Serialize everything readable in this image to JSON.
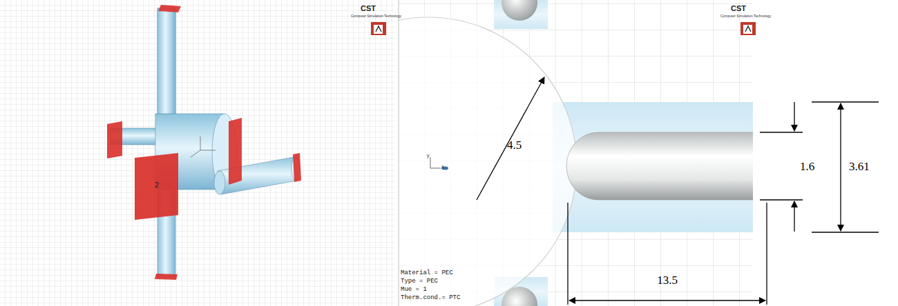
{
  "diagram": {
    "labels": [
      "CST",
      "Computer Simulation Technology",
      "2",
      "CST",
      "Computer Simulation Technology",
      "4.5",
      "1.6",
      "3.61",
      "13.5",
      "Material = PEC",
      "Type = PEC",
      "Mue = 1",
      "Therm.cond.= PTC",
      "y",
      "x"
    ]
  }
}
